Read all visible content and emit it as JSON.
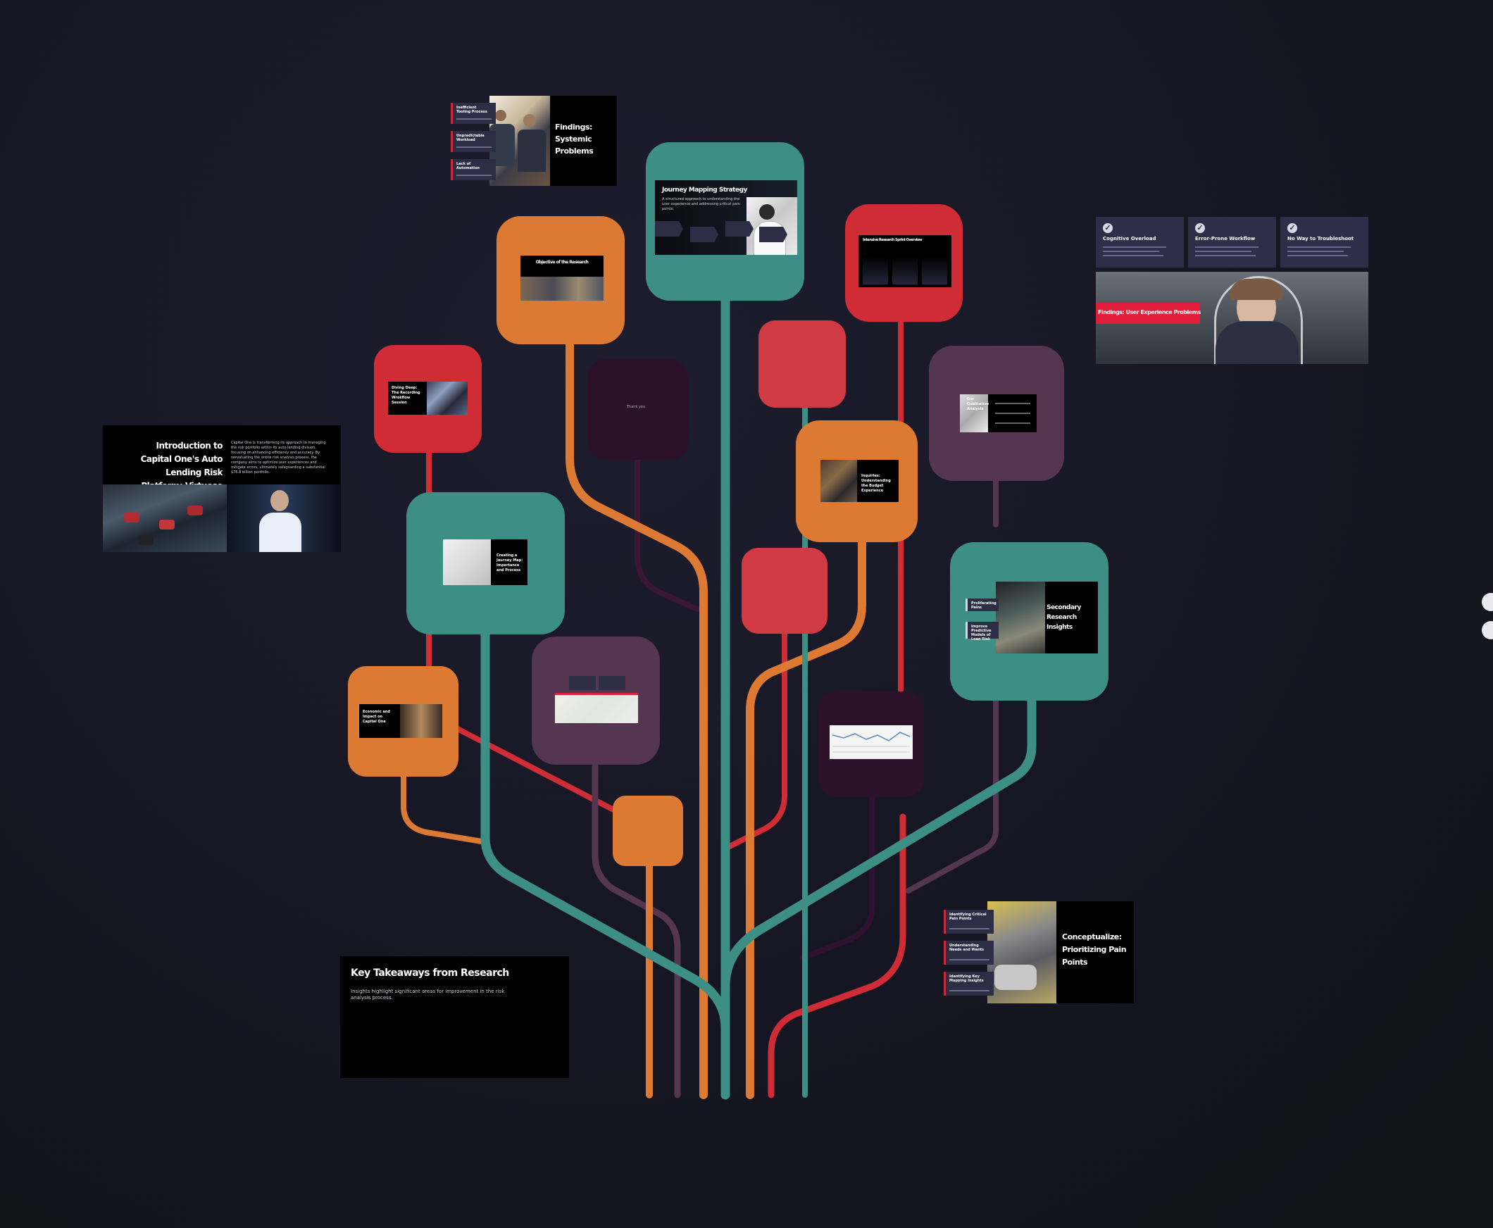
{
  "canvas": {
    "background_color": "#161622",
    "colors": {
      "teal": "#3d8f85",
      "orange": "#dc7a34",
      "red": "#cf2c36",
      "red_soft": "#d03a43",
      "plum": "#553650",
      "dark_plum": "#2b1229"
    }
  },
  "slides": {
    "intro": {
      "title": "Introduction to Capital One's Auto Lending Risk Platform: Virtuoso",
      "body": "Capital One is transforming its approach to managing the risk portfolio within its auto lending division, focusing on enhancing efficiency and accuracy. By reevaluating the entire risk analysis process, the company aims to optimize user experiences and mitigate errors, ultimately safeguarding a substantial $75.8 billion portfolio."
    },
    "systemic": {
      "title": "Findings: Systemic Problems",
      "items": [
        "Inefficient Tooling Process",
        "Unpredictable Workload",
        "Lack of Automation"
      ]
    },
    "journey": {
      "title": "Journey Mapping Strategy",
      "subtitle": "A structured approach to understanding the user experience and addressing critical pain points."
    },
    "objective": {
      "title": "Objective of the Research"
    },
    "interview": {
      "title": "Intensive Research Sprint Overview"
    },
    "ux": {
      "title": "Findings: User Experience Problems",
      "cards": [
        "Cognitive Overload",
        "Error-Prone Workflow",
        "No Way to Troubleshoot"
      ]
    },
    "diving": {
      "title": "Diving Deep: The Recording Wrokflow Session"
    },
    "thankyou": {
      "label": "Thank you"
    },
    "qualitative": {
      "title": "Our Qualitative Analysis"
    },
    "inquiries": {
      "title": "Inquiries: Understanding the Budget Experience"
    },
    "creating_map": {
      "title": "Creating a Journey Map: Importance and Process"
    },
    "secondary": {
      "title": "Secondary Research Insights",
      "items": [
        "Proliferating Pains",
        "Improve Predictive Models of Loan Risk"
      ]
    },
    "economic": {
      "title": "Economic and Impact on Capital One"
    },
    "conceptualize": {
      "title": "Conceptualize: Prioritizing Pain Points",
      "items": [
        "Identifying Critical Pain Points",
        "Understanding Needs and Wants",
        "Identifying Key Mapping Insights"
      ]
    },
    "takeaways": {
      "title": "Key Takeaways from Research",
      "body": "Insights highlight significant areas for improvement in the risk analysis process."
    }
  }
}
